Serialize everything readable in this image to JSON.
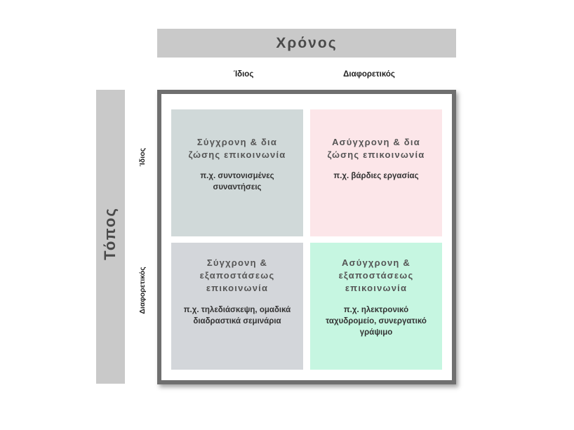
{
  "axes": {
    "time_title": "Χρόνος",
    "place_title": "Τόπος",
    "columns": [
      "Ίδιος",
      "Διαφορετικός"
    ],
    "rows": [
      "Ίδιος",
      "Διαφορετικός"
    ]
  },
  "quadrants": [
    {
      "title": "Σύγχρονη & δια ζώσης επικοινωνία",
      "example": "π.χ. συντονισμένες συναντήσεις",
      "color": "#d0d9d9"
    },
    {
      "title": "Ασύγχρονη  & δια ζώσης επικοινωνία",
      "example": "π.χ. βάρδιες εργασίας",
      "color": "#fce6e9"
    },
    {
      "title": "Σύγχρονη & εξαποστάσεως επικοινωνία",
      "example": "π.χ. τηλεδιάσκεψη, ομαδικά διαδραστικά σεμινάρια",
      "color": "#d3d6da"
    },
    {
      "title": "Ασύγχρονη  & εξαποστάσεως επικοινωνία",
      "example": "π.χ. ηλεκτρονικό ταχυδρομείο, συνεργατικό γράψιμο",
      "color": "#c6f6e1"
    }
  ]
}
